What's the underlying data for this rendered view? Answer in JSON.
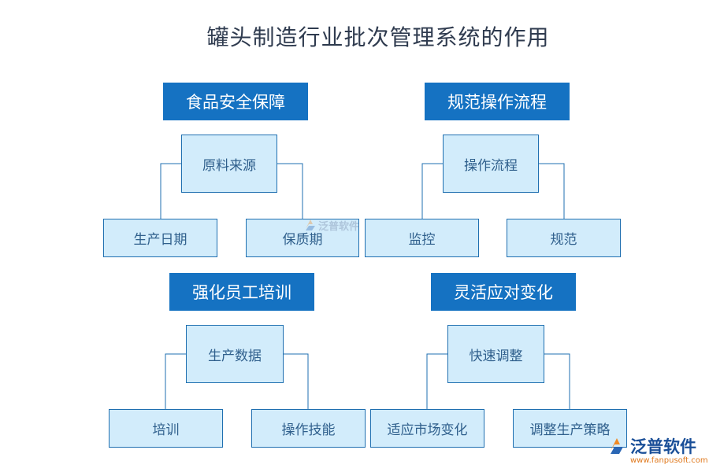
{
  "title": "罐头制造行业批次管理系统的作用",
  "groups": [
    {
      "header": "食品安全保障",
      "center": "原料来源",
      "left": "生产日期",
      "right": "保质期"
    },
    {
      "header": "规范操作流程",
      "center": "操作流程",
      "left": "监控",
      "right": "规范"
    },
    {
      "header": "强化员工培训",
      "center": "生产数据",
      "left": "培训",
      "right": "操作技能"
    },
    {
      "header": "灵活应对变化",
      "center": "快速调整",
      "left": "适应市场变化",
      "right": "调整生产策略"
    }
  ],
  "watermark": {
    "text": "泛普软件"
  },
  "logo": {
    "text": "泛普软件",
    "url": "www.fanpusoft.com"
  },
  "colors": {
    "header": "#1572c2",
    "node_fill": "#d2ecfb",
    "node_border": "#1f6fb0",
    "line": "#1f6fb0"
  }
}
